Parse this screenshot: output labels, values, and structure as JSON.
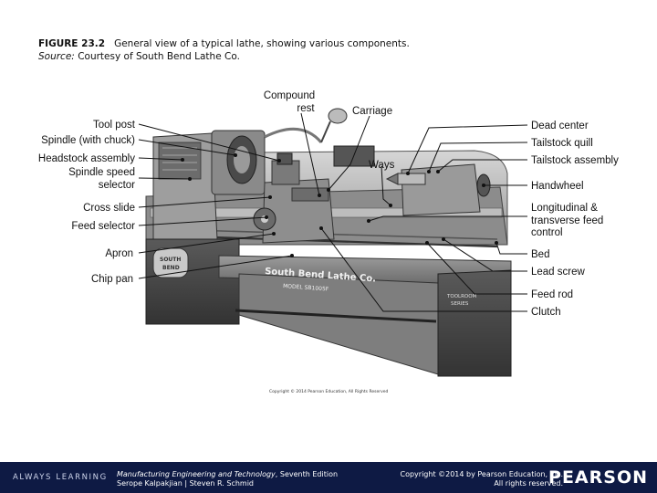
{
  "caption": {
    "figure_num": "FIGURE 23.2",
    "figure_text": "General view of a typical lathe, showing various components.",
    "source_label": "Source:",
    "source_text": "Courtesy of South Bend Lathe Co."
  },
  "labels": {
    "compound_rest_1": "Compound",
    "compound_rest_2": "rest",
    "carriage": "Carriage",
    "ways": "Ways",
    "tool_post": "Tool post",
    "spindle_chuck": "Spindle (with chuck)",
    "headstock": "Headstock assembly",
    "spindle_speed_1": "Spindle speed",
    "spindle_speed_2": "selector",
    "cross_slide": "Cross slide",
    "feed_selector": "Feed selector",
    "apron": "Apron",
    "chip_pan": "Chip pan",
    "dead_center": "Dead center",
    "tailstock_quill": "Tailstock quill",
    "tailstock_assembly": "Tailstock assembly",
    "handwheel": "Handwheel",
    "long_feed_1": "Longitudinal &",
    "long_feed_2": "transverse feed",
    "long_feed_3": "control",
    "bed": "Bed",
    "lead_screw": "Lead screw",
    "feed_rod": "Feed rod",
    "clutch": "Clutch"
  },
  "machine": {
    "brand_plate": "South Bend Lathe Co.",
    "model": "MODEL SB1005F",
    "badge_1": "SOUTH",
    "badge_2": "BEND",
    "toolroom_1": "TOOLROOM",
    "toolroom_2": "SERIES"
  },
  "image_copyright": "Copyright © 2014 Pearson Education, All Rights Reserved",
  "footer": {
    "always_learning": "ALWAYS LEARNING",
    "book_title": "Manufacturing Engineering and Technology",
    "book_edition": ", Seventh Edition",
    "authors": "Serope Kalpakjian | Steven R. Schmid",
    "copyright_1": "Copyright ©2014 by Pearson Education, Inc.",
    "copyright_2": "All rights reserved.",
    "publisher": "PEARSON"
  }
}
